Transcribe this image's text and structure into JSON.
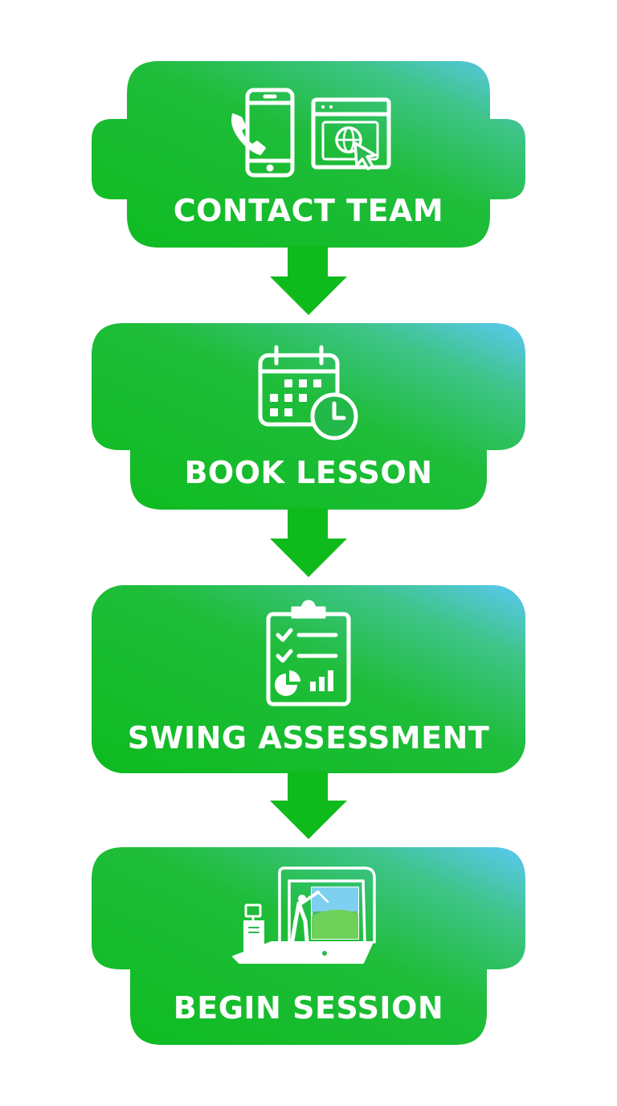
{
  "colors": {
    "green": "#0dbb1f",
    "green_mid": "#2cc05c",
    "blue": "#5bc8f5",
    "arrow": "#0fbb1c",
    "icon": "#ffffff"
  },
  "steps": [
    {
      "label": "CONTACT TEAM",
      "icons": [
        "phone-icon",
        "browser-globe-cursor-icon"
      ]
    },
    {
      "label": "BOOK LESSON",
      "icons": [
        "calendar-clock-icon"
      ]
    },
    {
      "label": "SWING ASSESSMENT",
      "icons": [
        "clipboard-checklist-chart-icon"
      ]
    },
    {
      "label": "BEGIN SESSION",
      "icons": [
        "golf-simulator-icon"
      ]
    }
  ]
}
